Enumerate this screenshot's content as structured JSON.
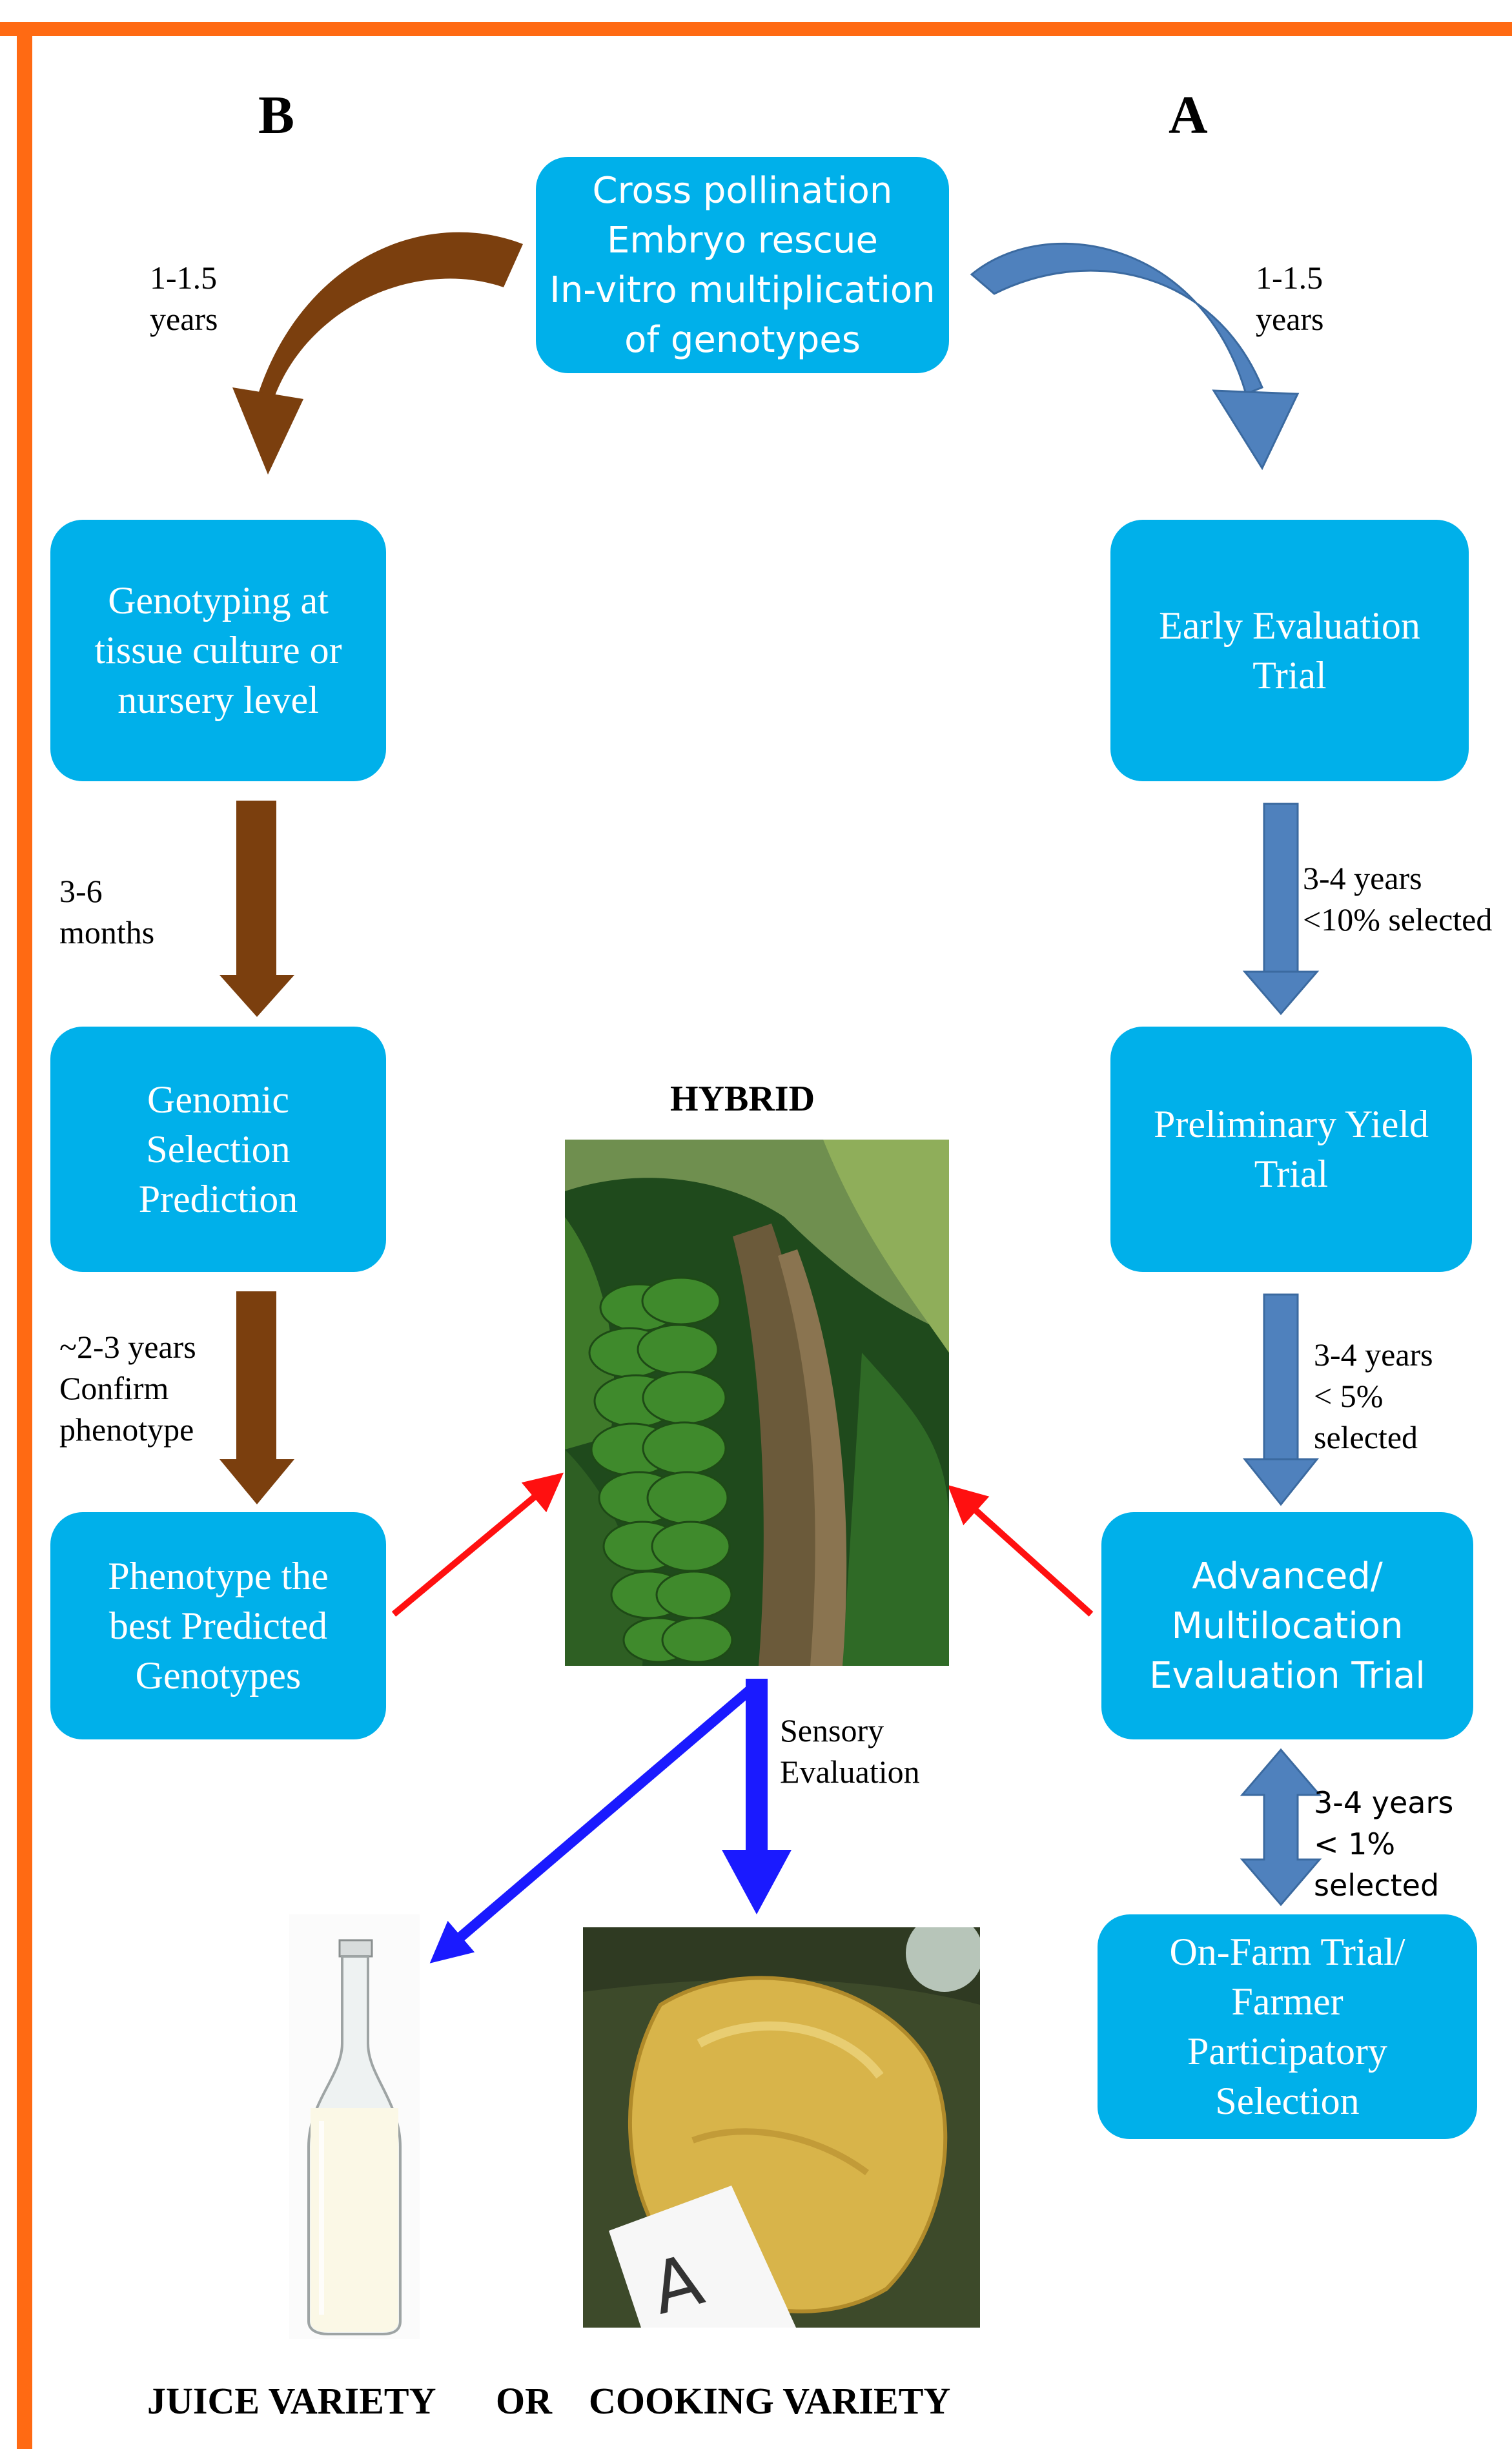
{
  "colors": {
    "frame": "#ff6a13",
    "box": "#00b0ea",
    "pathway_b_arrow": "#7b3f0e",
    "pathway_a_arrow": "#4f81bd",
    "hybrid_arrow": "#ff1010",
    "output_arrow": "#1a1aff"
  },
  "headers": {
    "b": "B",
    "a": "A"
  },
  "top_box": "Cross pollination\nEmbryo rescue\nIn-vitro multiplication\nof genotypes",
  "pathway_b": {
    "box1": "Genotyping  at\ntissue culture or\nnursery level",
    "box2": "Genomic\nSelection\nPrediction",
    "box3": "Phenotype the\nbest Predicted\nGenotypes",
    "label_top": "1-1.5\nyears",
    "label_1": "3-6\nmonths",
    "label_2": "~2-3 years\nConfirm\nphenotype"
  },
  "pathway_a": {
    "box1": "Early Evaluation\nTrial",
    "box2": "Preliminary Yield\nTrial",
    "box3": "Advanced/\nMultilocation\nEvaluation Trial",
    "box4": "On-Farm Trial/\nFarmer\nParticipatory\nSelection",
    "label_top": "1-1.5\nyears",
    "label_1": "3-4 years\n<10% selected",
    "label_2": "3-4 years\n< 5%\nselected",
    "label_3": "3-4 years\n< 1%\nselected"
  },
  "hybrid_title": "HYBRID",
  "sensory_label": "Sensory\nEvaluation",
  "photo_mark": "A",
  "bottom": {
    "juice": "JUICE VARIETY",
    "or": "OR",
    "cooking": "COOKING VARIETY"
  }
}
